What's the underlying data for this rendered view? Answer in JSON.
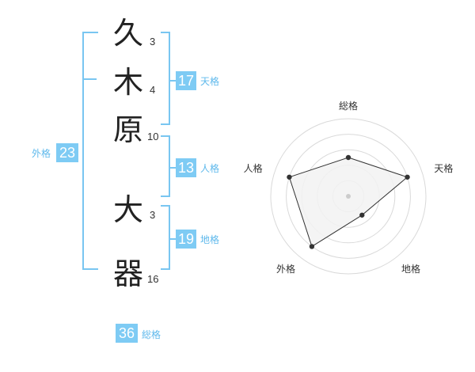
{
  "name": {
    "characters": [
      {
        "char": "久",
        "strokes": "3"
      },
      {
        "char": "木",
        "strokes": "4"
      },
      {
        "char": "原",
        "strokes": "10"
      },
      {
        "char": "大",
        "strokes": "3"
      },
      {
        "char": "器",
        "strokes": "16"
      }
    ]
  },
  "fortune": {
    "tenkaku": {
      "value": "17",
      "label": "天格"
    },
    "jinkaku": {
      "value": "13",
      "label": "人格"
    },
    "chikaku": {
      "value": "19",
      "label": "地格"
    },
    "gaikaku": {
      "value": "23",
      "label": "外格"
    },
    "soukaku": {
      "value": "36",
      "label": "総格"
    }
  },
  "colors": {
    "accent": "#7ecbf4",
    "bracket": "#79c6f1",
    "label": "#5fb9ec",
    "radar_fill": "#f2f2f2"
  },
  "chart_data": {
    "type": "radar",
    "axes": [
      "総格",
      "天格",
      "地格",
      "外格",
      "人格"
    ],
    "values": [
      2.5,
      4,
      1.5,
      4,
      4
    ],
    "range": [
      0,
      5
    ],
    "rings": 5
  }
}
